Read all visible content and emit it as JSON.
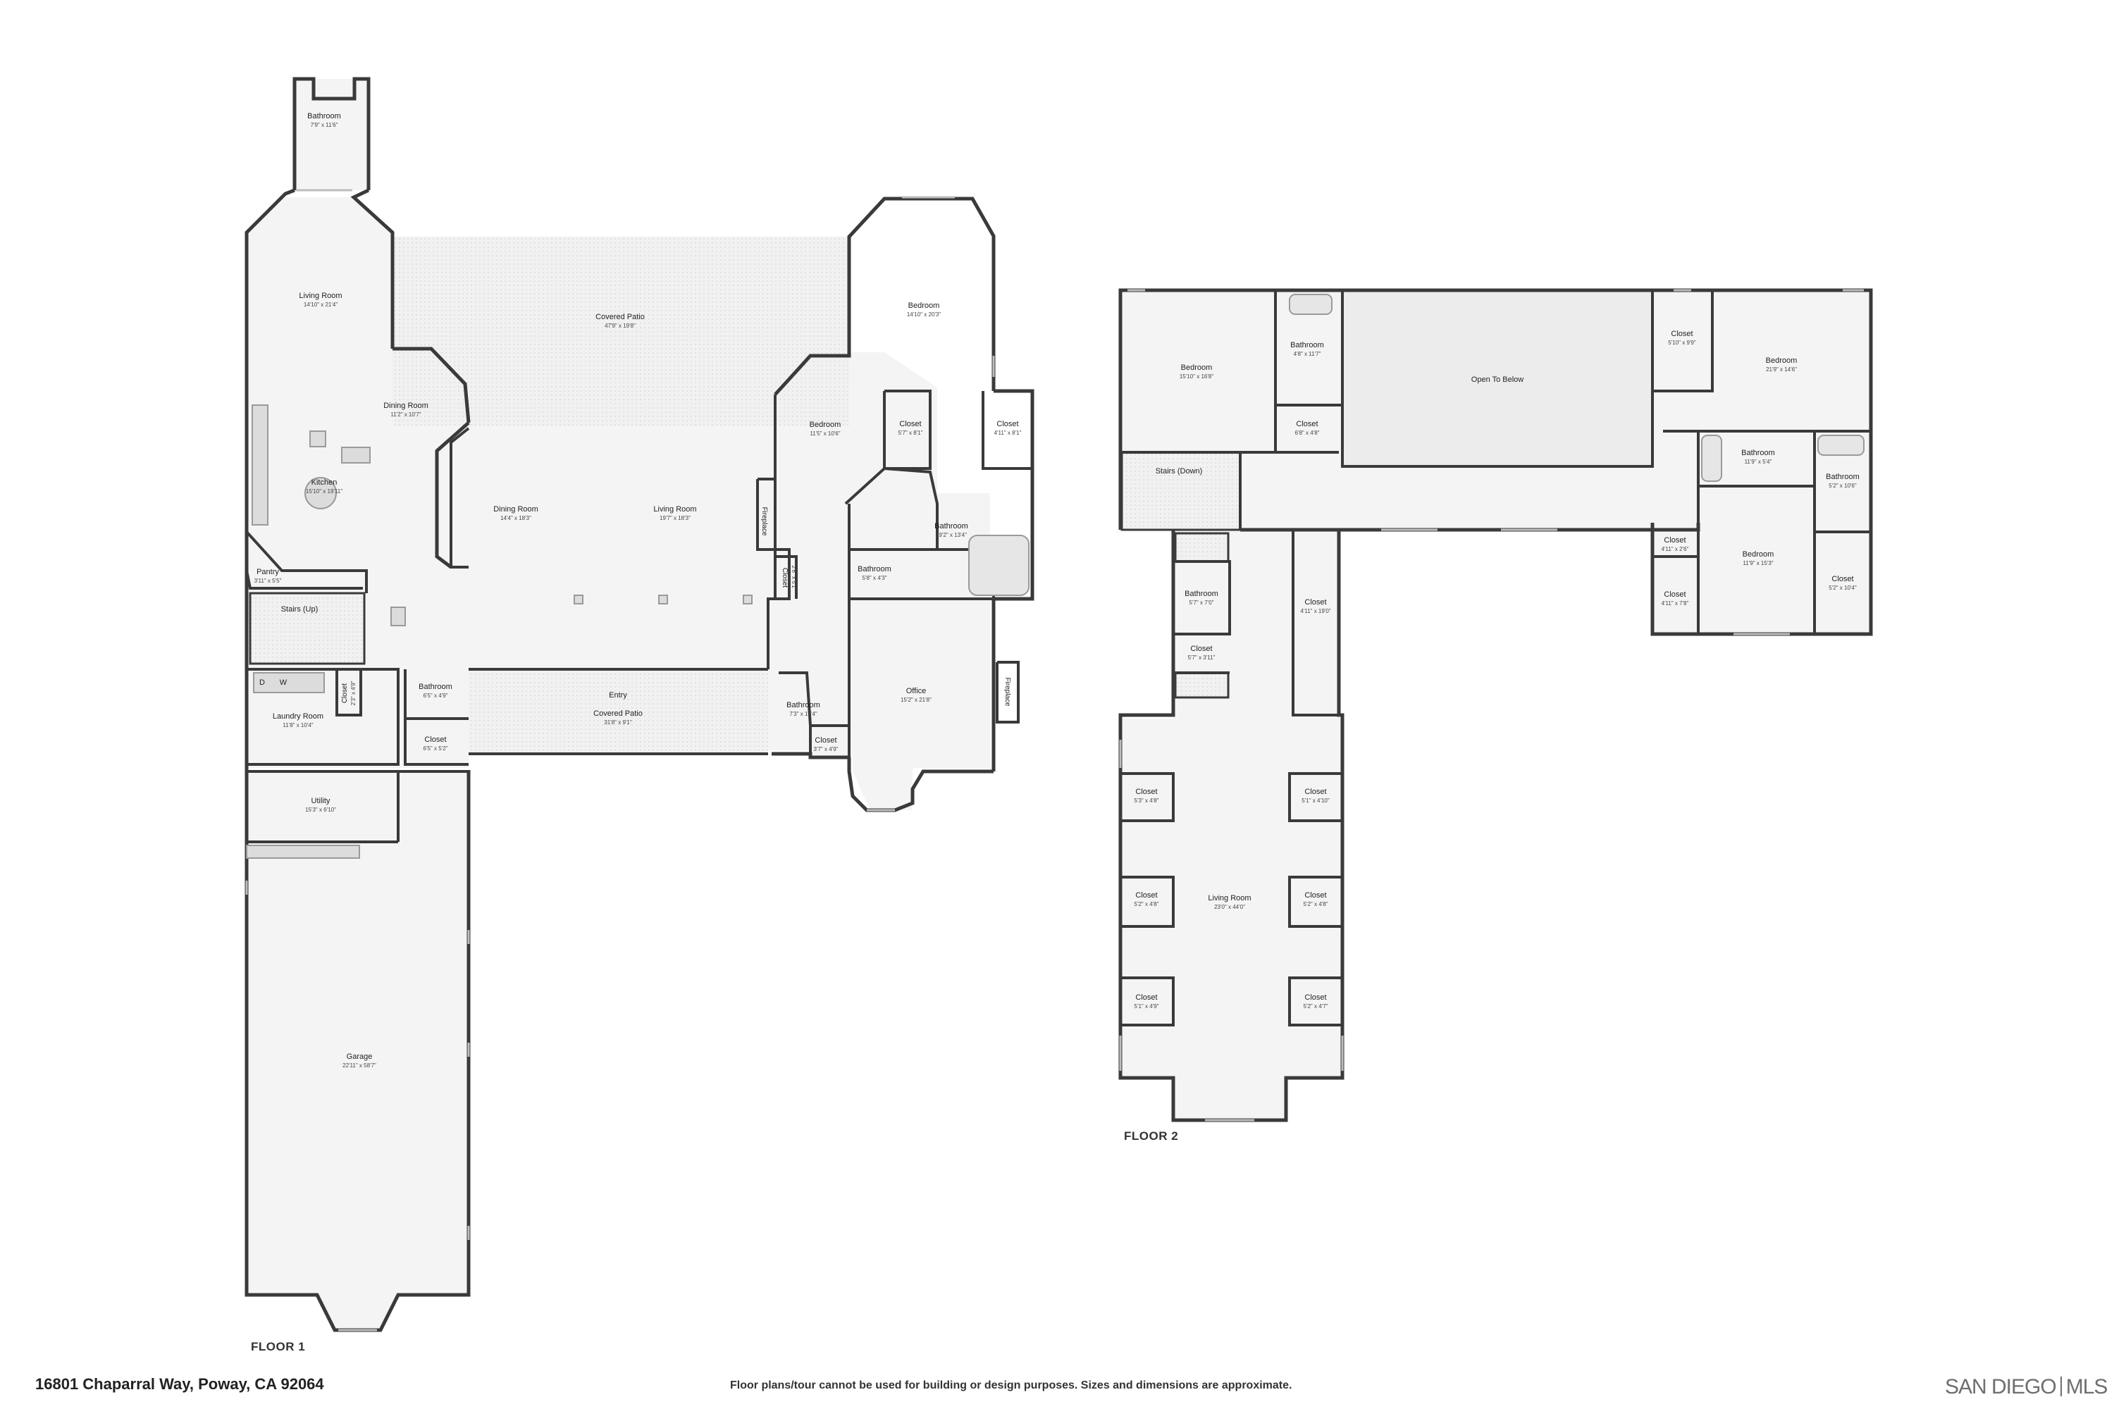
{
  "floors": [
    {
      "title": "FLOOR 1",
      "rooms": [
        {
          "name": "Bathroom",
          "dims": "7'9\" x 11'6\""
        },
        {
          "name": "Living Room",
          "dims": "14'10\" x 21'4\""
        },
        {
          "name": "Covered Patio",
          "dims": "47'9\" x 19'8\""
        },
        {
          "name": "Bedroom",
          "dims": "14'10\" x 20'3\""
        },
        {
          "name": "Dining Room",
          "dims": "11'2\" x 10'7\""
        },
        {
          "name": "Bedroom",
          "dims": "11'5\" x 10'6\""
        },
        {
          "name": "Closet",
          "dims": "5'7\" x 8'1\""
        },
        {
          "name": "Closet",
          "dims": "4'11\" x 8'1\""
        },
        {
          "name": "Kitchen",
          "dims": "15'10\" x 19'11\""
        },
        {
          "name": "Dining Room",
          "dims": "14'4\" x 18'3\""
        },
        {
          "name": "Living Room",
          "dims": "19'7\" x 18'3\""
        },
        {
          "name": "Bathroom",
          "dims": "19'2\" x 13'4\""
        },
        {
          "name": "Pantry",
          "dims": "3'11\" x 5'5\""
        },
        {
          "name": "Bathroom",
          "dims": "5'8\" x 4'3\""
        },
        {
          "name": "Closet",
          "dims": "2'6\" x 5'1\""
        },
        {
          "name": "Stairs (Up)",
          "dims": ""
        },
        {
          "name": "Laundry Room",
          "dims": "11'8\" x 10'4\""
        },
        {
          "name": "Closet",
          "dims": "2'3\" x 4'9\""
        },
        {
          "name": "Bathroom",
          "dims": "6'5\" x 4'9\""
        },
        {
          "name": "Entry",
          "dims": ""
        },
        {
          "name": "Covered Patio",
          "dims": "31'8\" x 9'1\""
        },
        {
          "name": "Office",
          "dims": "15'2\" x 21'8\""
        },
        {
          "name": "Bathroom",
          "dims": "7'3\" x 10'4\""
        },
        {
          "name": "Closet",
          "dims": "6'5\" x 5'2\""
        },
        {
          "name": "Closet",
          "dims": "3'7\" x 4'9\""
        },
        {
          "name": "Utility",
          "dims": "15'3\" x 6'10\""
        },
        {
          "name": "Garage",
          "dims": "22'11\" x 58'7\""
        }
      ],
      "fireplaces": [
        "Fireplace",
        "Fireplace"
      ],
      "appliances": [
        "D",
        "W"
      ]
    },
    {
      "title": "FLOOR 2",
      "rooms": [
        {
          "name": "Bedroom",
          "dims": "15'10\" x 16'8\""
        },
        {
          "name": "Bathroom",
          "dims": "4'8\" x 11'7\""
        },
        {
          "name": "Closet",
          "dims": "6'8\" x 4'8\""
        },
        {
          "name": "Open To Below",
          "dims": ""
        },
        {
          "name": "Closet",
          "dims": "5'10\" x 9'9\""
        },
        {
          "name": "Bedroom",
          "dims": "21'9\" x 14'6\""
        },
        {
          "name": "Stairs (Down)",
          "dims": ""
        },
        {
          "name": "Bathroom",
          "dims": "11'9\" x 5'4\""
        },
        {
          "name": "Bathroom",
          "dims": "5'2\" x 10'6\""
        },
        {
          "name": "Closet",
          "dims": "4'11\" x 2'6\""
        },
        {
          "name": "Bedroom",
          "dims": "11'9\" x 15'3\""
        },
        {
          "name": "Closet",
          "dims": "4'11\" x 7'8\""
        },
        {
          "name": "Closet",
          "dims": "5'2\" x 10'4\""
        },
        {
          "name": "Bathroom",
          "dims": "5'7\" x 7'0\""
        },
        {
          "name": "Closet",
          "dims": "4'11\" x 19'0\""
        },
        {
          "name": "Closet",
          "dims": "5'7\" x 3'11\""
        },
        {
          "name": "Closet",
          "dims": "5'3\" x 4'8\""
        },
        {
          "name": "Closet",
          "dims": "5'1\" x 4'10\""
        },
        {
          "name": "Living Room",
          "dims": "23'0\" x 44'0\""
        },
        {
          "name": "Closet",
          "dims": "5'2\" x 4'8\""
        },
        {
          "name": "Closet",
          "dims": "5'2\" x 4'8\""
        },
        {
          "name": "Closet",
          "dims": "5'1\" x 4'9\""
        },
        {
          "name": "Closet",
          "dims": "5'2\" x 4'7\""
        }
      ]
    }
  ],
  "footer": {
    "address": "16801 Chaparral Way, Poway, CA 92064",
    "disclaimer": "Floor plans/tour cannot be used for building or design purposes. Sizes and dimensions are approximate.",
    "logo_left": "SAN DIEGO",
    "logo_right": "MLS"
  },
  "colors": {
    "wall": "#3a3a3a",
    "room_fill": "#f4f4f4",
    "window": "#bdbdbd",
    "text": "#222222"
  }
}
